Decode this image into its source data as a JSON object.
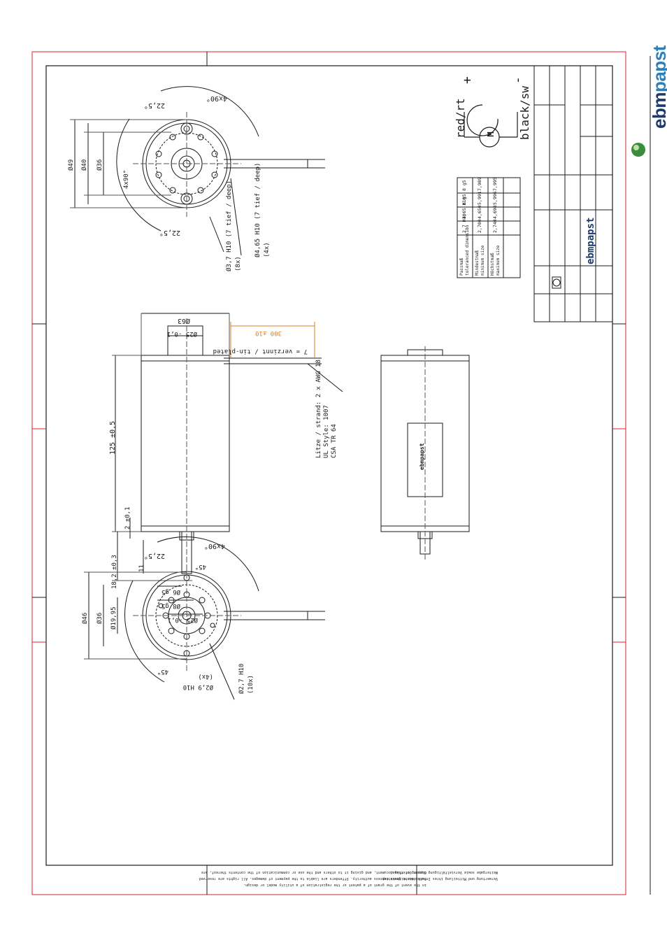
{
  "brand": {
    "name_a": "ebm",
    "name_b": "papst"
  },
  "colors": {
    "frame": "#d9232d",
    "line": "#1a1a1a",
    "thin": "#555555",
    "orange": "#d9822b",
    "brand": "#1d3b6f"
  },
  "top_view": {
    "dia_49": "Ø49",
    "dia_40": "Ø40",
    "dia_36": "Ø36",
    "ang_22_5a": "22,5°",
    "ang_22_5b": "22,5°",
    "ang_4x90": "4x90°",
    "ang_4x90b": "4x90°",
    "hole_a": "Ø3,7 H10 (7 tief / deep)",
    "hole_a_n": "(8x)",
    "hole_b": "Ø4,65 H10 (7 tief / deep)",
    "hole_b_n": "(4x)"
  },
  "side_view": {
    "dia_63": "Ø63",
    "dia_25": "Ø25 -0,1",
    "len_125": "125 ±0,5",
    "len_2": "2 ±0,1",
    "len_18": "18,2 ±0,3",
    "len_11": "11",
    "shaft_a": "Ø6 g5",
    "shaft_b": "Ø8 g5",
    "shaft_c": "Ø25 -0,1",
    "lead_len": "300 ±10",
    "lead_note": "7 = verzinnt / tin-plated",
    "wire1": "Litze / strand: 2 x AWG 18",
    "wire2": "UL Style: 1007",
    "wire3": "CSA TR 64"
  },
  "bottom_view": {
    "dia_46": "Ø46",
    "dia_36": "Ø36",
    "dia_19": "Ø19,95",
    "ang_22_5": "22,5°",
    "ang_4x90": "4x90°",
    "ang_45a": "45°",
    "ang_45b": "45°",
    "hole_a": "Ø2,9 H10",
    "hole_a_n": "(4x)",
    "hole_b": "Ø2,7 H10",
    "hole_b_n": "(10x)"
  },
  "motor": {
    "red": "red/rt",
    "plus": "+",
    "black": "black/sw",
    "minus": "-",
    "m": "M"
  },
  "label_ebm": "ebmpapst",
  "tolerance_table": {
    "headers": [
      "Passmaß / toleranced dimension",
      "Mindestmaß / minimum size",
      "Höchstmaß / maximum size"
    ],
    "rows": [
      [
        "2,7 H10",
        "2,700",
        "2,740"
      ],
      [
        "4,65 H10",
        "4,650",
        "4,698"
      ],
      [
        "6 g5",
        "5,991",
        "5,996"
      ],
      [
        "8 g5",
        "7,989",
        "7,995"
      ]
    ]
  },
  "copyright": [
    "Copying of this document, and giving it to others and the use or communication of the contents thereof, are",
    "forbidden without express authority. Offenders are liable to the payment of damages. All rights are reserved",
    "in the event of the grant of a patent or the registration of a utility model or design."
  ],
  "footer_note": [
    "Weitergabe sowie Vervielfältigung dieser Unterlage,",
    "Verwertung und Mitteilung ihres Inhalts nicht gestattet."
  ]
}
